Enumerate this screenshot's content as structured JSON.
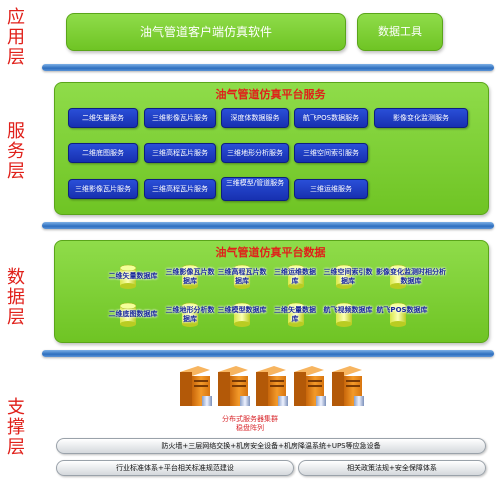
{
  "layers": {
    "application": "应用层",
    "service": "服务层",
    "data": "数据层",
    "support": "支撑层"
  },
  "application": {
    "client": "油气管道客户端仿真软件",
    "tools": "数据工具"
  },
  "service": {
    "title": "油气管道仿真平台服务",
    "items": [
      "二维矢量服务",
      "三维影像瓦片服务",
      "深度体数据服务",
      "航飞POS数据服务",
      "影像变化监测服务",
      "二维底图服务",
      "三维高程瓦片服务",
      "三维地形分析服务",
      "三维空间索引服务",
      "三维影像瓦片服务",
      "三维高程瓦片服务",
      "三维模型/管道服务",
      "三维运维服务"
    ]
  },
  "data": {
    "title": "油气管道仿真平台数据",
    "items": [
      "二维矢量数据库",
      "三维影像瓦片数据库",
      "三维高程瓦片数据库",
      "三维运维数据库",
      "三维空间索引数据库",
      "影像变化监测时相分析数据库",
      "二维底图数据库",
      "三维地形分析数据库",
      "三维模型数据库",
      "三维矢量数据库",
      "航飞视频数据库",
      "航飞POS数据库"
    ]
  },
  "support": {
    "cluster_label": "分布式服务器集群",
    "cluster_sub": "稳盘阵列",
    "bar1": "防火墙+三层网络交换+机房安全设备+机房降温系统+UPS等应急设备",
    "bar2_left": "行业标准体系+平台相关标准规范建设",
    "bar2_right": "相关政策法规+安全保障体系"
  },
  "colors": {
    "layer_label": "#e0201a",
    "green_panel": "#7ed23a",
    "service_button": "#1f3fc8",
    "divider": "#2e6fbf",
    "db_label": "#1a2a9a"
  }
}
